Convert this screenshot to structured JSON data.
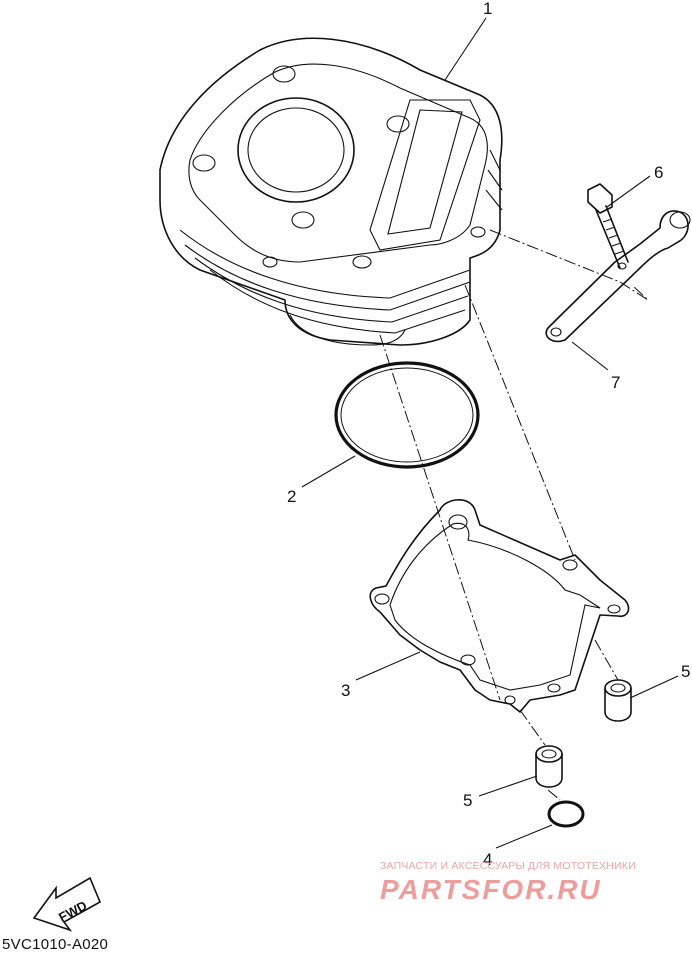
{
  "callouts": [
    {
      "id": "1",
      "label": "1"
    },
    {
      "id": "2",
      "label": "2"
    },
    {
      "id": "3",
      "label": "3"
    },
    {
      "id": "4",
      "label": "4"
    },
    {
      "id": "5a",
      "label": "5"
    },
    {
      "id": "5b",
      "label": "5"
    },
    {
      "id": "6",
      "label": "6"
    },
    {
      "id": "7",
      "label": "7"
    }
  ],
  "fwd_label": "FWD",
  "reference_code": "5VC1010-A020",
  "watermark": {
    "tagline": "ЗАПЧАСТИ И АКСЕССУАРЫ ДЛЯ МОТОТЕХНИКИ",
    "brand": "PARTSFOR.RU"
  },
  "colors": {
    "line": "#111111",
    "watermark": "#ef9c9c"
  }
}
